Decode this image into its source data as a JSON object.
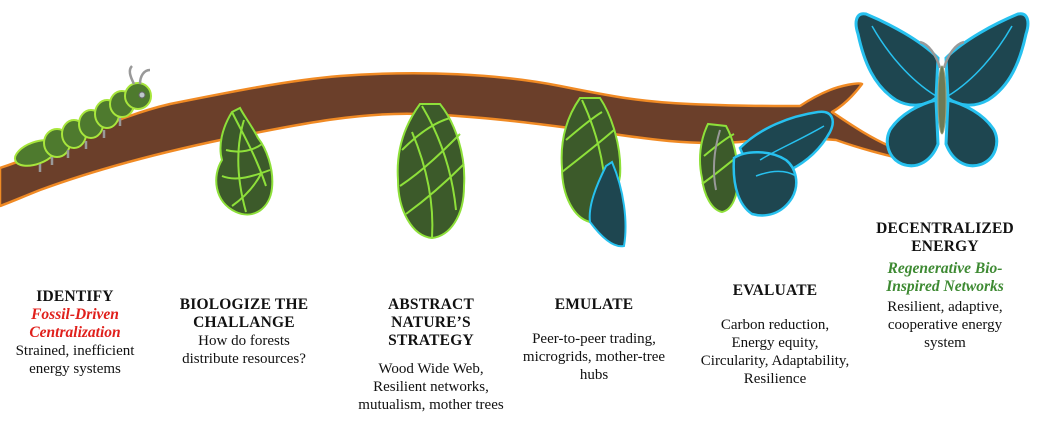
{
  "stages": [
    {
      "heading": "IDENTIFY",
      "subtitle": "Fossil-Driven Centralization",
      "description": "Strained, inefficient energy systems"
    },
    {
      "heading": "BIOLOGIZE THE CHALLANGE",
      "subtitle": "",
      "description": "How do forests distribute resources?"
    },
    {
      "heading": "ABSTRACT NATURE’S STRATEGY",
      "subtitle": "",
      "description": "Wood Wide Web, Resilient networks, mutualism, mother trees"
    },
    {
      "heading": "EMULATE",
      "subtitle": "",
      "description": "Peer-to-peer trading, microgrids, mother-tree hubs"
    },
    {
      "heading": "EVALUATE",
      "subtitle": "",
      "description": "Carbon reduction, Energy equity, Circularity, Adaptability, Resilience"
    },
    {
      "heading": "DECENTRALIZED ENERGY",
      "subtitle": "Regenerative Bio-Inspired Networks",
      "description": "Resilient, adaptive, cooperative energy system"
    }
  ],
  "colors": {
    "branch": "#6b3f2a",
    "branch_outline": "#f08a24",
    "caterpillar_body": "#4e7a2e",
    "caterpillar_lines": "#a8e63c",
    "chrysalis_fill": "#3c5a2a",
    "chrysalis_lines": "#8ee03a",
    "wing_fill": "#1e4650",
    "wing_outline": "#27c1ef",
    "subtitle_red": "#e0201c",
    "subtitle_green": "#3e8a33"
  },
  "icons": [
    "caterpillar-icon",
    "chrysalis-icon",
    "butterfly-icon"
  ]
}
